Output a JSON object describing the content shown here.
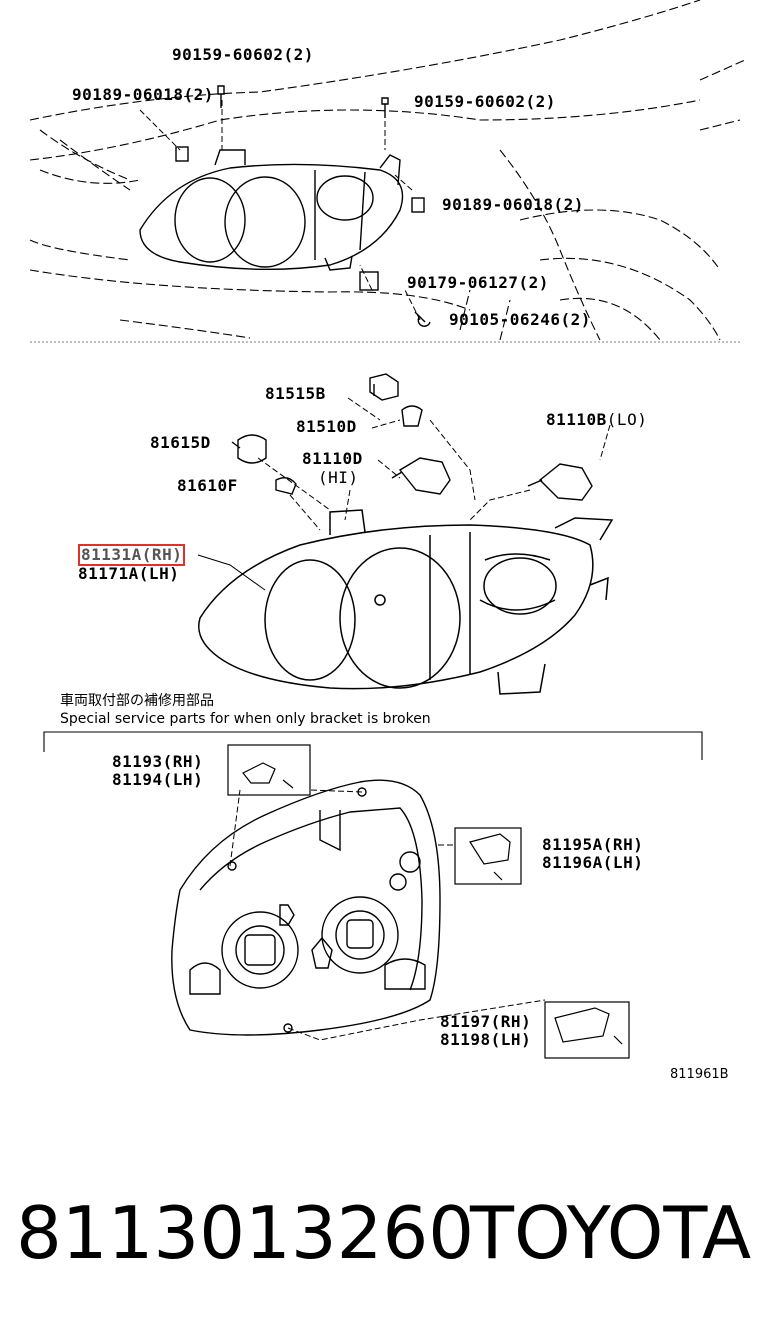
{
  "labels": {
    "p1": "90159-60602(2)",
    "p2": "90189-06018(2)",
    "p3": "90159-60602(2)",
    "p4": "90189-06018(2)",
    "p5": "90179-06127(2)",
    "p6": "90105-06246(2)",
    "p7": "81515B",
    "p8": "81510D",
    "p9": "81615D",
    "p10": "81110B",
    "p10b": "(LO)",
    "p11": "81110D",
    "p11b": "(HI)",
    "p12": "81610F",
    "p13": "81131A(RH)",
    "p14": "81171A(LH)",
    "p15a": "81193(RH)",
    "p15b": "81194(LH)",
    "p16a": "81195A(RH)",
    "p16b": "81196A(LH)",
    "p17a": "81197(RH)",
    "p17b": "81198(LH)"
  },
  "note_jp": "車両取付部の補修用部品",
  "note_en": "Special service parts for when only bracket is broken",
  "diagram_code": "811961B",
  "part_number": "8113013260",
  "brand": "TOYOTA",
  "colors": {
    "highlight": "#e0302a",
    "line": "#000000"
  }
}
